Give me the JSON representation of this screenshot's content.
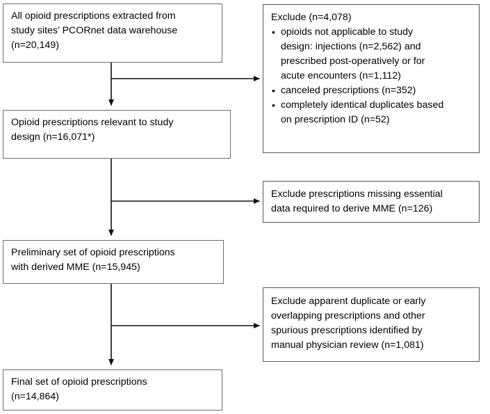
{
  "diagram": {
    "title": "Opioid prescription cohort selection flow diagram",
    "type": "flowchart",
    "line_color": "#111111",
    "box_border_color": "#6d6d6d",
    "background_color": "#ffffff"
  },
  "main_flow": [
    {
      "id": "source",
      "text": "All opioid prescriptions extracted from\nstudy sites’ PCORnet data warehouse\n(n=20,149)",
      "count": "20,149"
    },
    {
      "id": "relevant",
      "text": "Opioid prescriptions relevant to study\ndesign (n=16,071*)",
      "count": "16,071*"
    },
    {
      "id": "preliminary",
      "text": "Preliminary set of opioid prescriptions\nwith derived MME (n=15,945)",
      "count": "15,945"
    },
    {
      "id": "final",
      "text": "Final set of opioid prescriptions\n(n=14,864)",
      "count": "14,864"
    }
  ],
  "exclusions": [
    {
      "id": "exclusion-1",
      "heading": "Exclude (n=4,078)",
      "count": "4,078",
      "items": [
        "opioids not applicable to study\ndesign: injections (n=2,562) and\nprescribed post-operatively or for\nacute encounters (n=1,112)",
        "canceled prescriptions (n=352)",
        "completely identical duplicates based\non prescription ID (n=52)"
      ]
    },
    {
      "id": "exclusion-2",
      "heading": "",
      "count": "126",
      "text": "Exclude prescriptions missing essential\ndata required to derive MME (n=126)"
    },
    {
      "id": "exclusion-3",
      "heading": "",
      "count": "1,081",
      "text": "Exclude apparent duplicate or early\noverlapping prescriptions and other\nspurious prescriptions identified by\nmanual physician review (n=1,081)"
    }
  ]
}
